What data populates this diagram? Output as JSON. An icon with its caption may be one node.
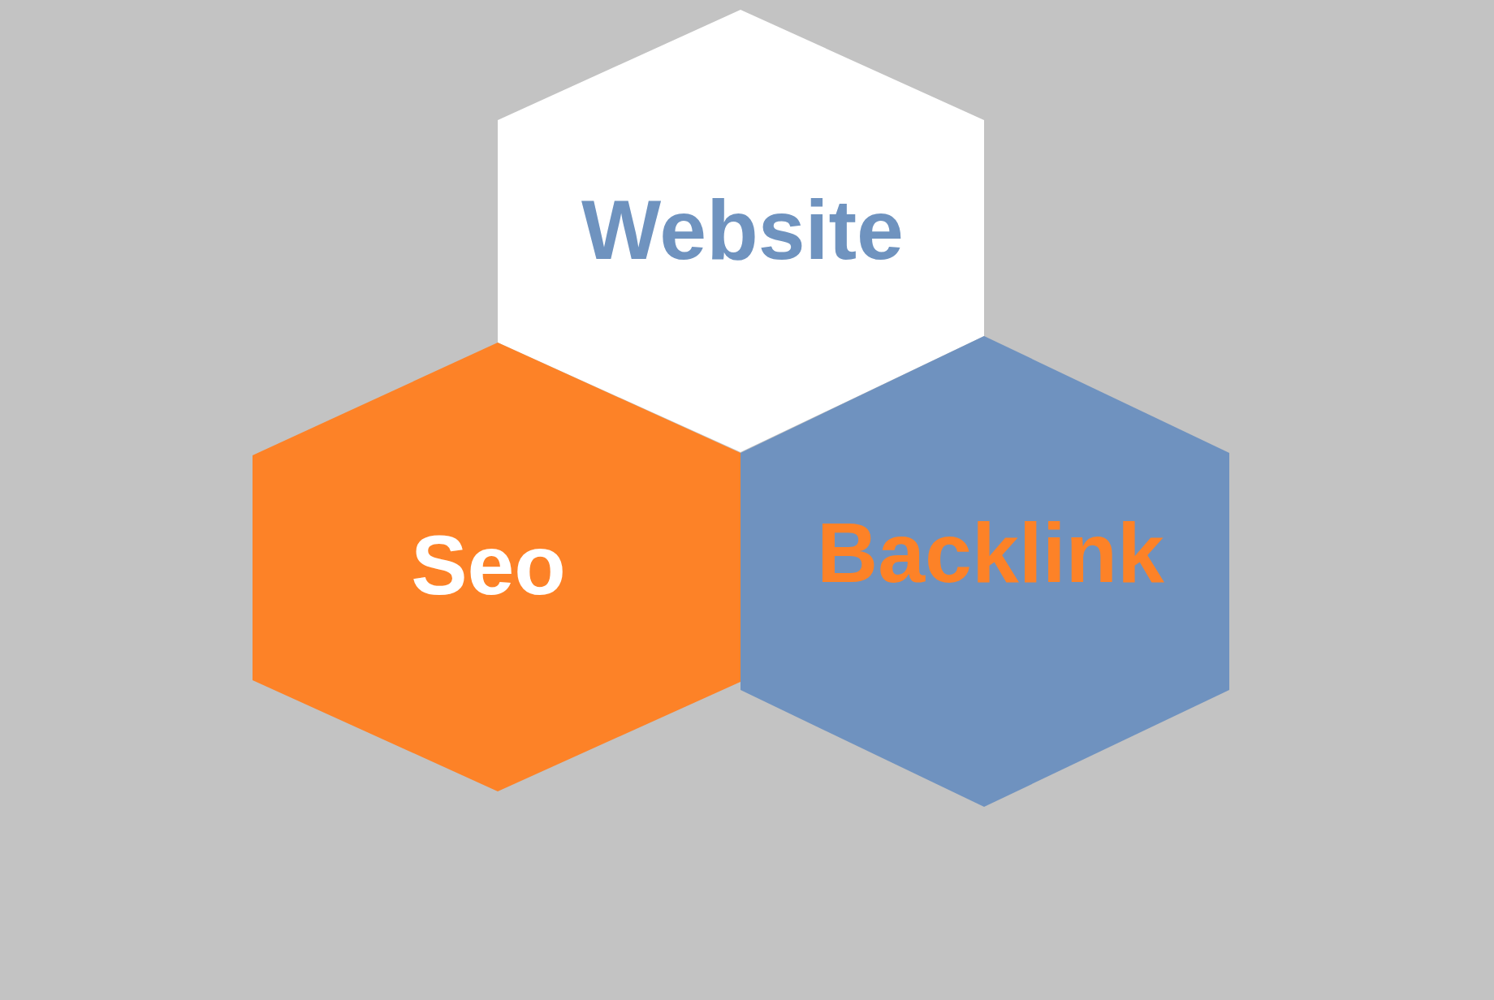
{
  "diagram": {
    "nodes": [
      {
        "text": [
          "Website"
        ]
      },
      {
        "text": [
          "Seo"
        ]
      },
      {
        "text": [
          "Backlink"
        ]
      }
    ]
  }
}
